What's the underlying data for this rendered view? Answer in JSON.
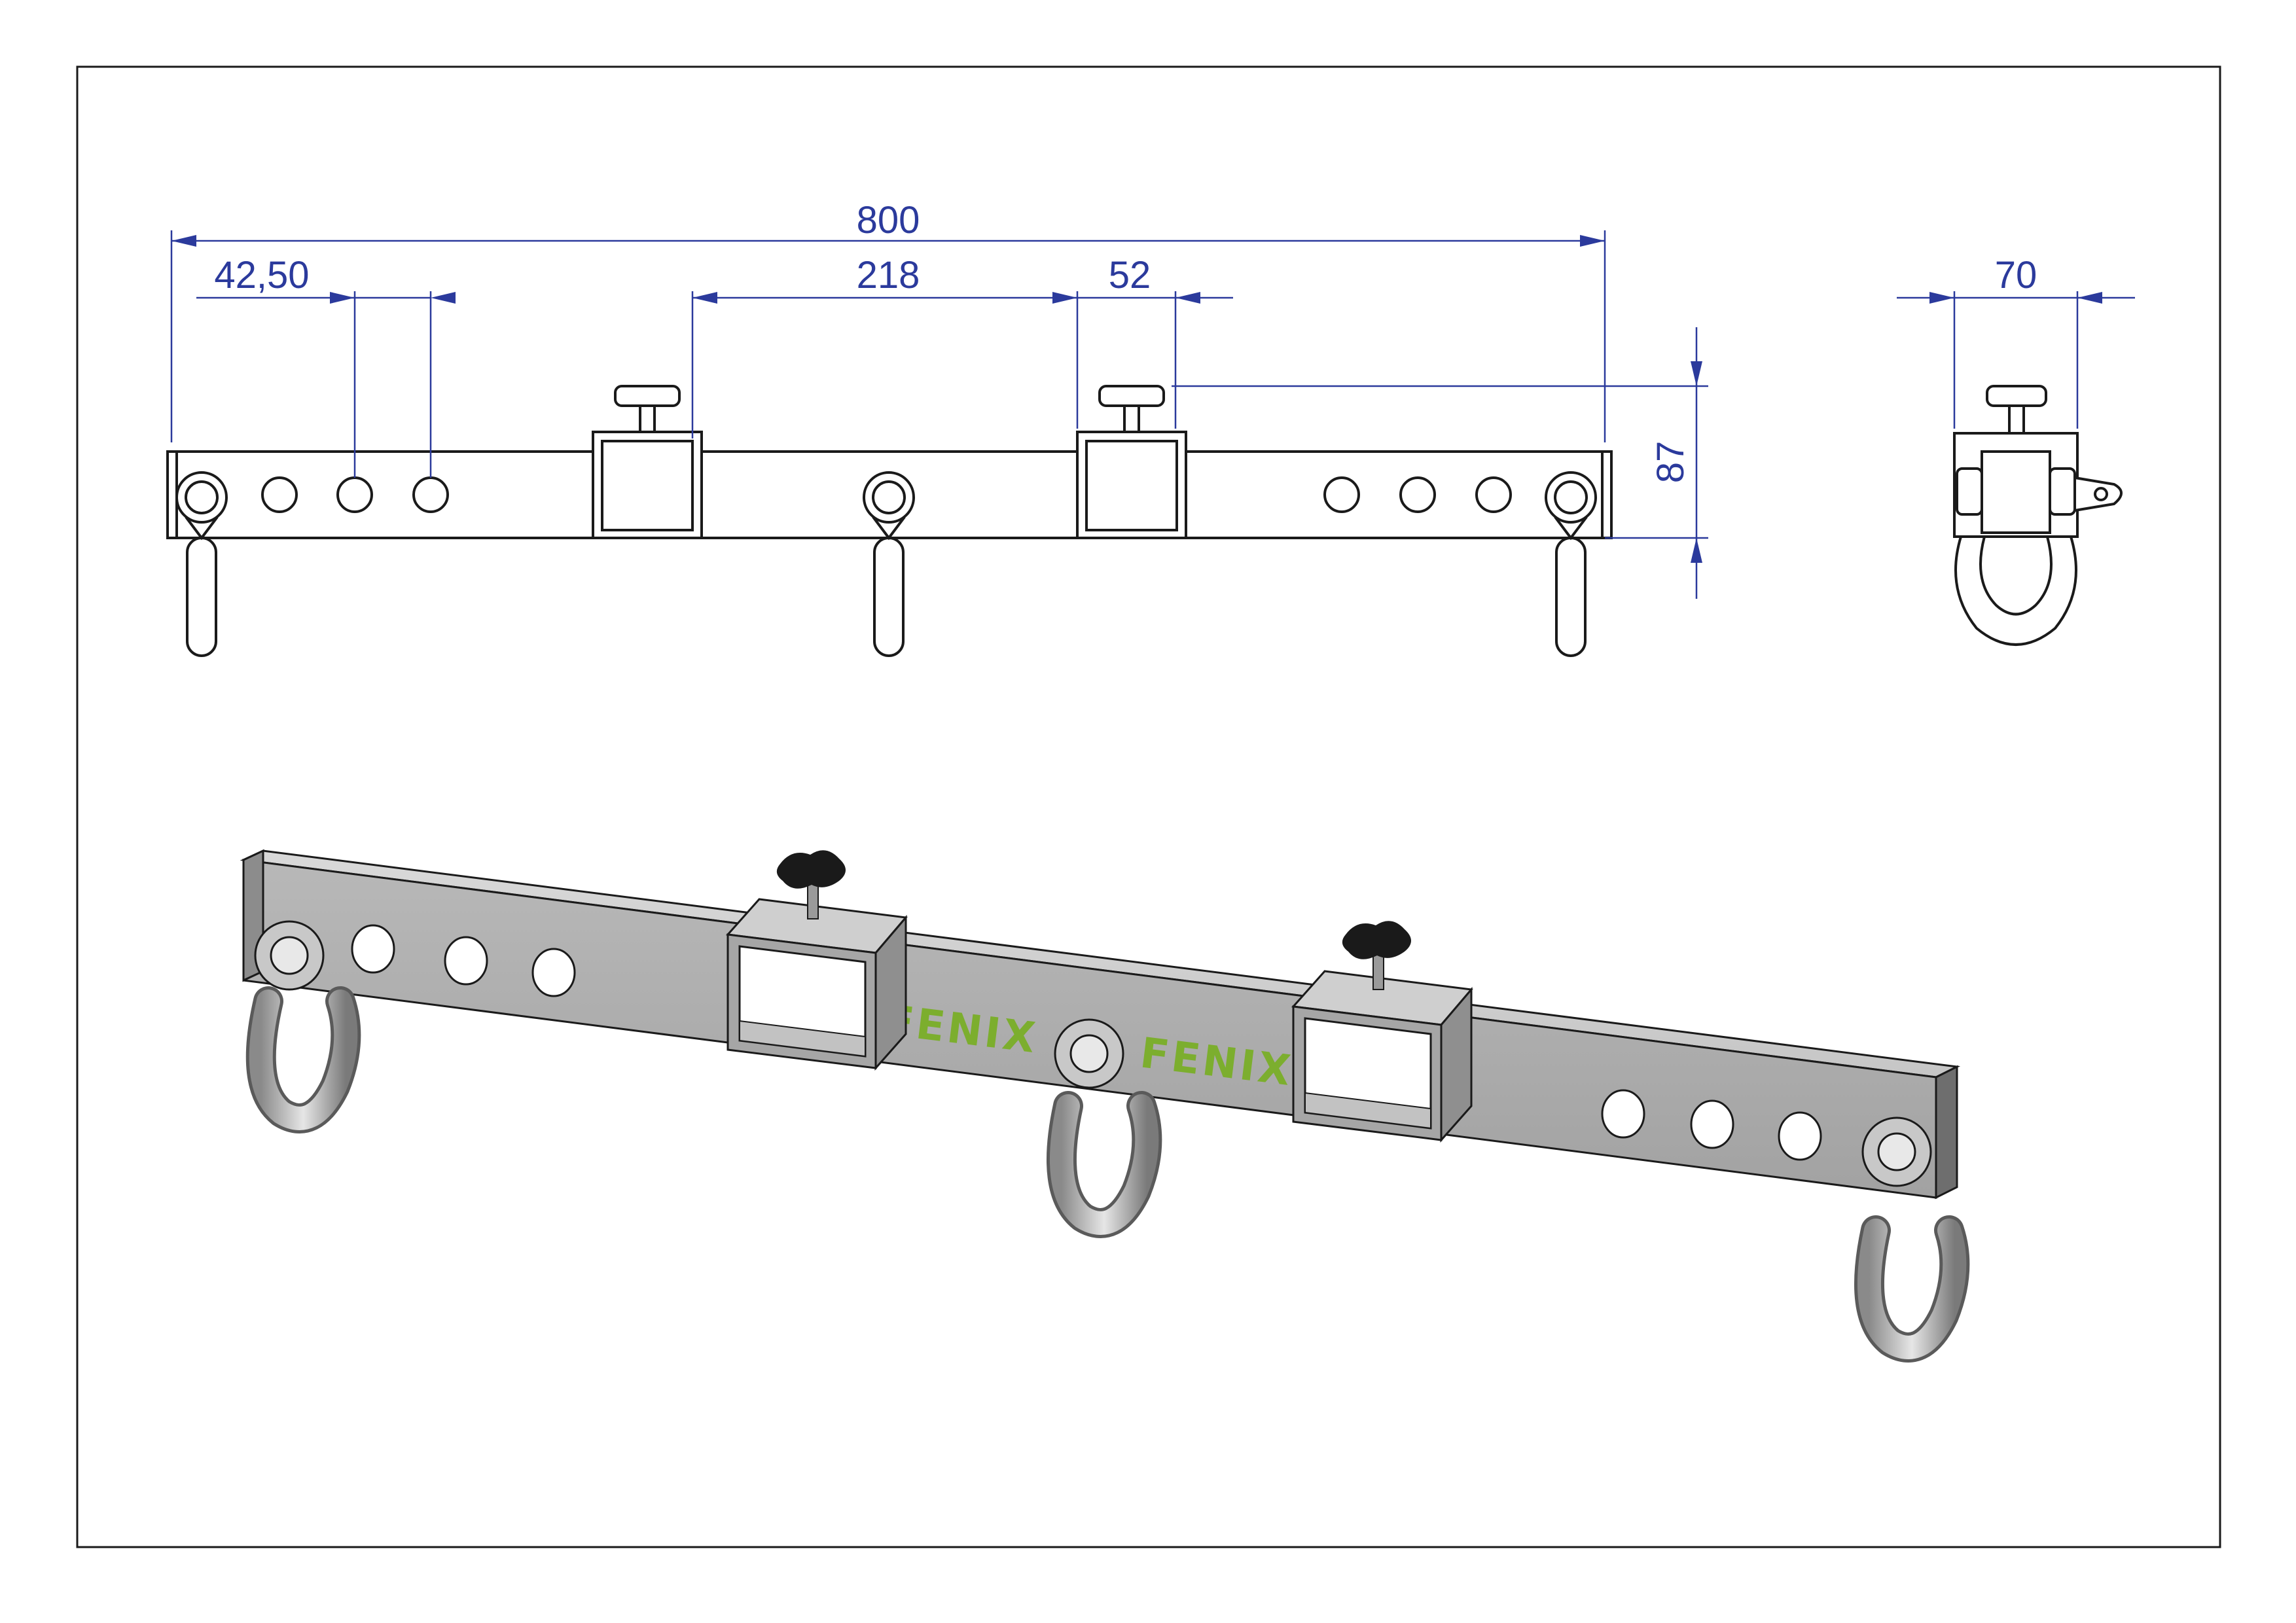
{
  "drawing": {
    "dimensions": {
      "overall_length": "800",
      "hole_spacing": "42,50",
      "clamp_spacing": "218",
      "clamp_width": "52",
      "height": "87",
      "side_width": "70"
    },
    "logo": {
      "text_left": "FENIX",
      "text_right": "FENIX"
    },
    "colors": {
      "dimension": "#2b3a9c",
      "outline": "#1a1a1a",
      "metal": "#b4b4b4",
      "logo": "#7cae2e",
      "knob": "#1a1a1a"
    }
  }
}
